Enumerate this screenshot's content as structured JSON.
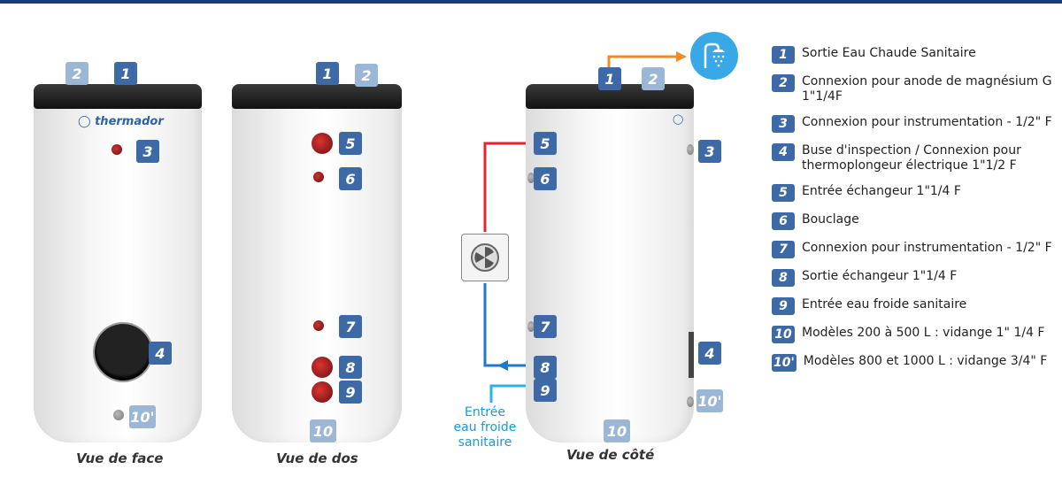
{
  "views": {
    "front": {
      "label": "Vue de face"
    },
    "back": {
      "label": "Vue de dos"
    },
    "side": {
      "label": "Vue de côté"
    }
  },
  "logo": "thermador",
  "inlet_label": [
    "Entrée",
    "eau froide",
    "sanitaire"
  ],
  "badges": {
    "b1": "1",
    "b2": "2",
    "b3": "3",
    "b4": "4",
    "b5": "5",
    "b6": "6",
    "b7": "7",
    "b8": "8",
    "b9": "9",
    "b10": "10",
    "b10p": "10'"
  },
  "legend": [
    {
      "num": "1",
      "text": "Sortie Eau Chaude Sanitaire"
    },
    {
      "num": "2",
      "text": "Connexion pour anode de magnésium G 1\"1/4F"
    },
    {
      "num": "3",
      "text": "Connexion pour instrumentation - 1/2\" F"
    },
    {
      "num": "4",
      "text": "Buse d'inspection / Connexion pour thermoplongeur électrique 1\"1/2 F"
    },
    {
      "num": "5",
      "text": "Entrée échangeur 1\"1/4 F"
    },
    {
      "num": "6",
      "text": "Bouclage"
    },
    {
      "num": "7",
      "text": "Connexion pour instrumentation - 1/2\" F"
    },
    {
      "num": "8",
      "text": "Sortie échangeur 1\"1/4 F"
    },
    {
      "num": "9",
      "text": "Entrée eau froide sanitaire"
    },
    {
      "num": "10",
      "text": "Modèles 200 à 500 L : vidange 1\" 1/4 F"
    },
    {
      "num": "10'",
      "text": "Modèles 800 et 1000 L : vidange 3/4\" F"
    }
  ],
  "colors": {
    "hot": "#e8232f",
    "return": "#1f78c8",
    "cold": "#29b3e6",
    "outlet": "#f08a24",
    "badge": "#3d6aa6",
    "badge_light": "#9cb7d6"
  },
  "icons": {
    "shower": "shower-icon",
    "heat_pump": "heat-pump-icon"
  }
}
